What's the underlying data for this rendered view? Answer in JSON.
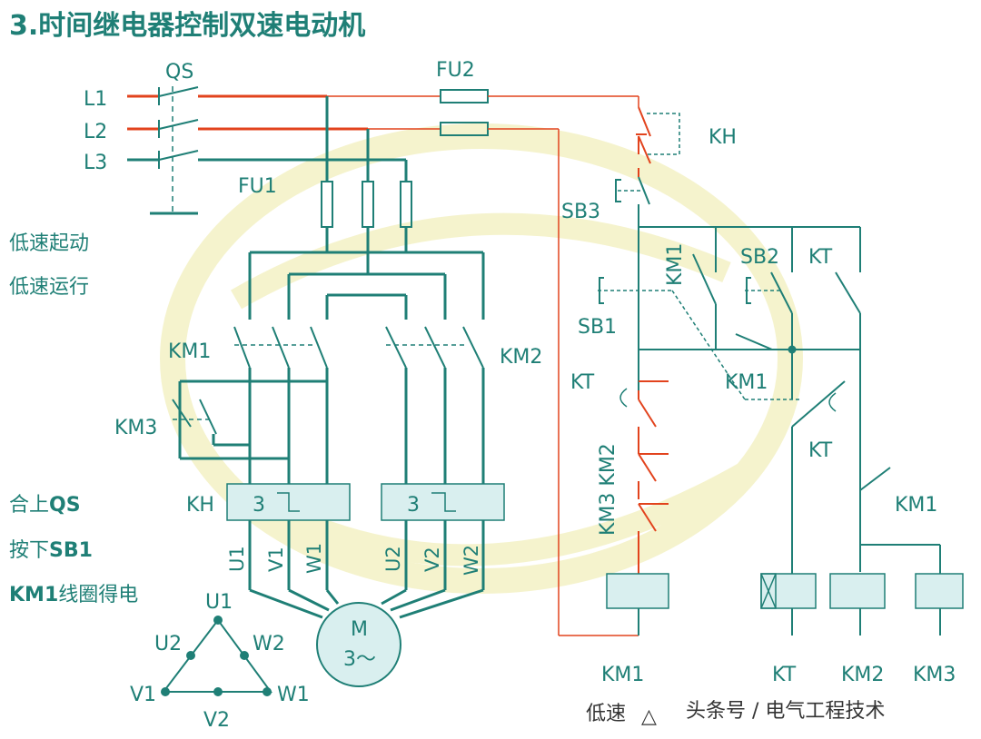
{
  "title": "3.时间继电器控制双速电动机",
  "labels": {
    "qs": "QS",
    "fu2": "FU2",
    "fu1": "FU1",
    "l1": "L1",
    "l2": "L2",
    "l3": "L3",
    "kh_top": "KH",
    "sb3": "SB3",
    "sb2": "SB2",
    "kt_top": "KT",
    "sb1": "SB1",
    "km1_vertical": "KM1",
    "km1_main": "KM1",
    "km2_main": "KM2",
    "km3_main": "KM3",
    "kh_overload": "KH",
    "kt_contact": "KT",
    "km1_ctrl_mid": "KM1",
    "kt_ctrl_right": "KT",
    "km1_ctrl_right": "KM1",
    "km3_km2_vertical": "KM3 KM2",
    "relay_number_1": "3",
    "relay_number_2": "3",
    "u1": "U1",
    "v1": "V1",
    "w1": "W1",
    "u2": "U2",
    "v2": "V2",
    "w2": "W2",
    "motor_m": "M",
    "motor_phase": "3～",
    "coil_km1": "KM1",
    "coil_kt": "KT",
    "coil_km2": "KM2",
    "coil_km3": "KM3"
  },
  "side_notes": {
    "low_speed_start": "低速起动",
    "low_speed_run": "低速运行",
    "close_qs_prefix": "合上",
    "close_qs_emph": "QS",
    "press_sb1_prefix": "按下",
    "press_sb1_emph": "SB1",
    "coil_on_emph": "KM1",
    "coil_on_suffix": "线圈得电"
  },
  "triangle": {
    "u1": "U1",
    "u2": "U2",
    "w2": "W2",
    "v1": "V1",
    "w1": "W1",
    "v2": "V2"
  },
  "footer": {
    "mode_text": "低速",
    "mode_symbol": "△",
    "watermark": "头条号 / 电气工程技术"
  },
  "colors": {
    "teal": "#1f7f76",
    "red": "#e2431d",
    "box_fill": "#d9efef",
    "watermark_tint": "#f4f2c8"
  }
}
